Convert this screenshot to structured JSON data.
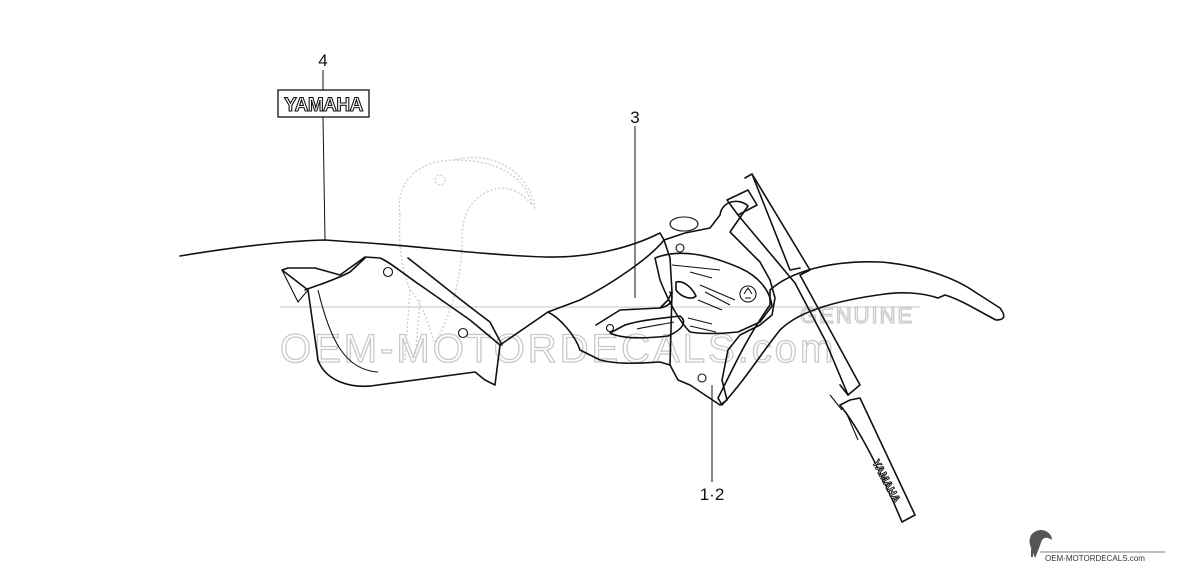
{
  "callouts": {
    "part4": "4",
    "part3": "3",
    "part12": "1·2"
  },
  "emblem_text": "YAMAHA",
  "fork_decal_text": "YAMAHA",
  "watermark": {
    "main": "OEM-MOTORDECALS.com",
    "side": "GENUINE"
  },
  "footer": {
    "text": "OEM-MOTORDECALS.com",
    "icon": "parrot-logo-icon"
  }
}
